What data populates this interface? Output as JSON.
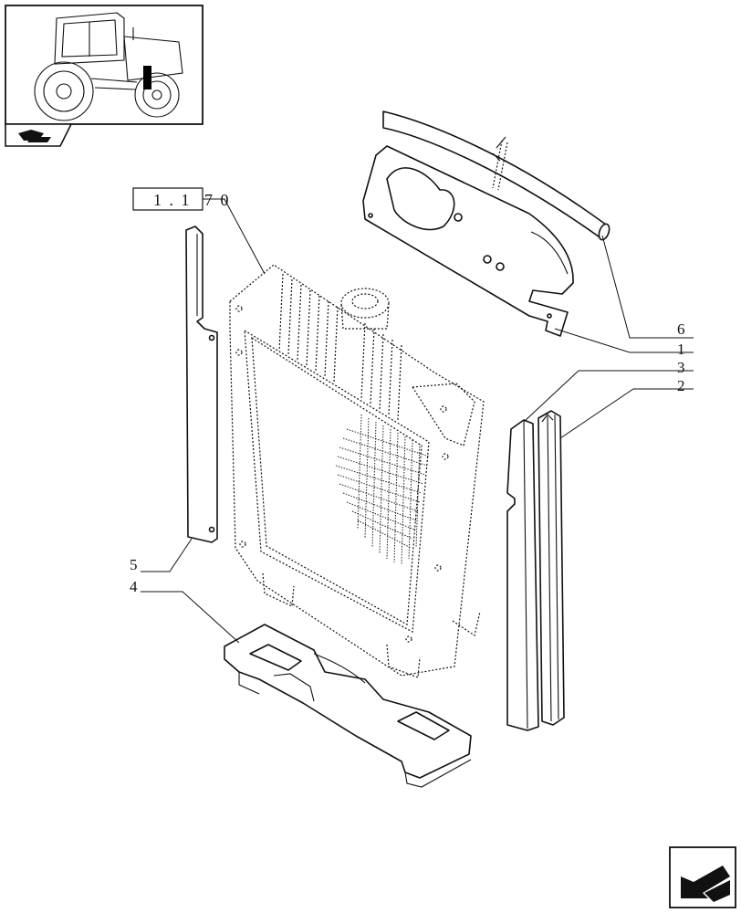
{
  "reference": {
    "prefix": "1 . 1",
    "suffix": "7   0"
  },
  "callouts": [
    {
      "id": "6",
      "text": "6"
    },
    {
      "id": "1",
      "text": "1"
    },
    {
      "id": "3",
      "text": "3"
    },
    {
      "id": "2",
      "text": "2"
    },
    {
      "id": "5",
      "text": "5"
    },
    {
      "id": "4",
      "text": "4"
    }
  ],
  "icons": {
    "thumbnail": "tractor-thumbnail-icon",
    "section": "section-page-icon",
    "nav": "next-page-arrow-icon"
  },
  "colors": {
    "line": "#111111",
    "background": "#ffffff",
    "highlight": "#000000"
  }
}
